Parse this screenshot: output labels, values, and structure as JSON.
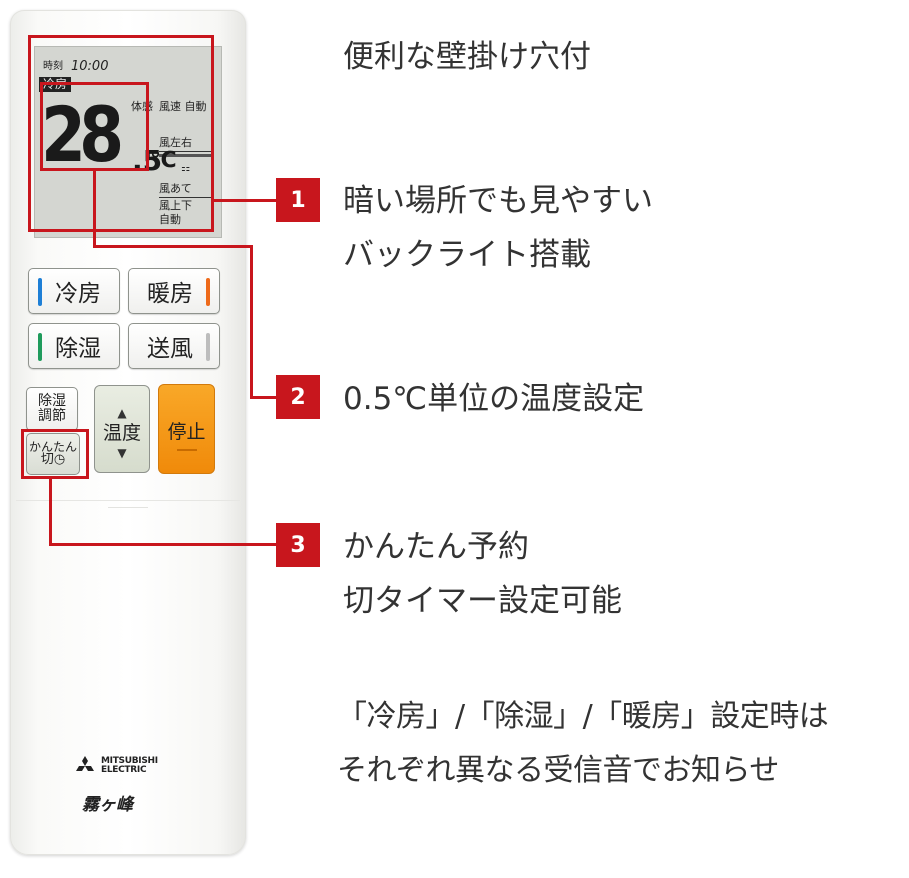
{
  "remote": {
    "lcd": {
      "clock_label": "時刻",
      "clock_value": "10:00",
      "mode": "冷房",
      "feel_label": "体感",
      "fan_speed_label": "風速 自動",
      "vane_lr_label": "風左右",
      "wind_target_label": "風あて",
      "vane_ud_label": "風上下",
      "auto_label": "自動",
      "temp_digits": "28",
      "temp_decimal": ".5",
      "temp_unit": "℃"
    },
    "buttons": {
      "cool": "冷房",
      "heat": "暖房",
      "dry": "除湿",
      "fan": "送風",
      "dry_adjust_line1": "除湿",
      "dry_adjust_line2": "調節",
      "temp": "温度",
      "temp_up": "▲",
      "temp_down": "▼",
      "stop": "停止",
      "timer_line1": "かんたん",
      "timer_line2": "切"
    },
    "brand": {
      "name_line1": "MITSUBISHI",
      "name_line2": "ELECTRIC",
      "series": "霧ヶ峰"
    },
    "colors": {
      "callout_red": "#c8161d",
      "cool_bar": "#1e7fd6",
      "heat_bar": "#ee6a1a",
      "dry_bar": "#1f9b5c",
      "fan_bar": "#b8b8b8",
      "stop_orange": "#f5951a"
    }
  },
  "features": {
    "intro": "便利な壁掛け穴付",
    "items": [
      {
        "number": "1",
        "line1": "暗い場所でも見やすい",
        "line2": "バックライト搭載"
      },
      {
        "number": "2",
        "line1": "0.5℃単位の温度設定"
      },
      {
        "number": "3",
        "line1": "かんたん予約",
        "line2": "切タイマー設定可能"
      }
    ],
    "note_line1": "「冷房」/「除湿」/「暖房」設定時は",
    "note_line2": "それぞれ異なる受信音でお知らせ"
  }
}
